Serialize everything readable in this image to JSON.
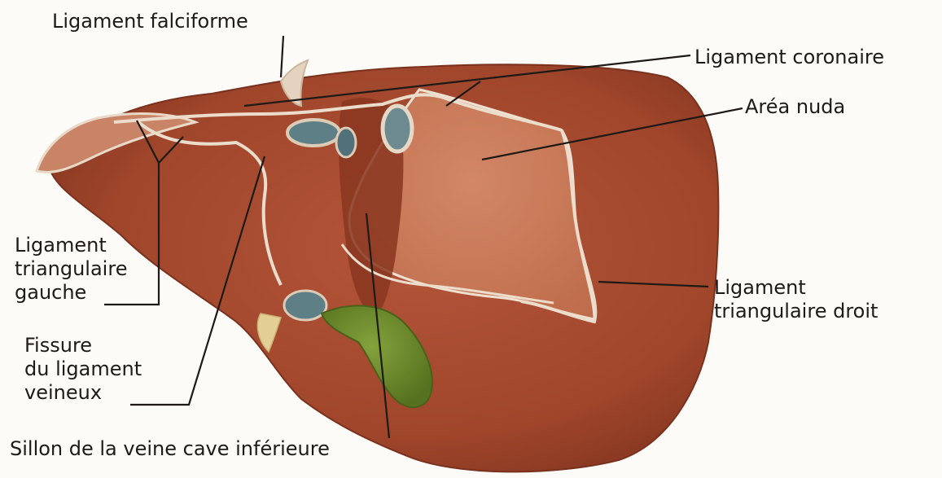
{
  "labels": {
    "ligament_falciforme": "Ligament falciforme",
    "ligament_coronaire": "Ligament coronaire",
    "area_nuda": "Aréa nuda",
    "ligament_triangulaire_gauche": [
      "Ligament",
      "triangulaire",
      "gauche"
    ],
    "fissure_ligament_veineux": [
      "Fissure",
      "du ligament",
      "veineux"
    ],
    "ligament_triangulaire_droit": [
      "Ligament",
      "triangulaire droit"
    ],
    "sillon_veine_cave": "Sillon de la veine cave inférieure"
  },
  "colors": {
    "liver": "#a9492c",
    "liver_dark": "#8e3a22",
    "area_nuda": "#c87a58",
    "peritoneum_edge": "#e8d9c8",
    "vessel": "#5f7f86",
    "gallbladder": "#6d8a2c",
    "leader_line": "#1e1a18",
    "background": "#fdfbf7"
  }
}
